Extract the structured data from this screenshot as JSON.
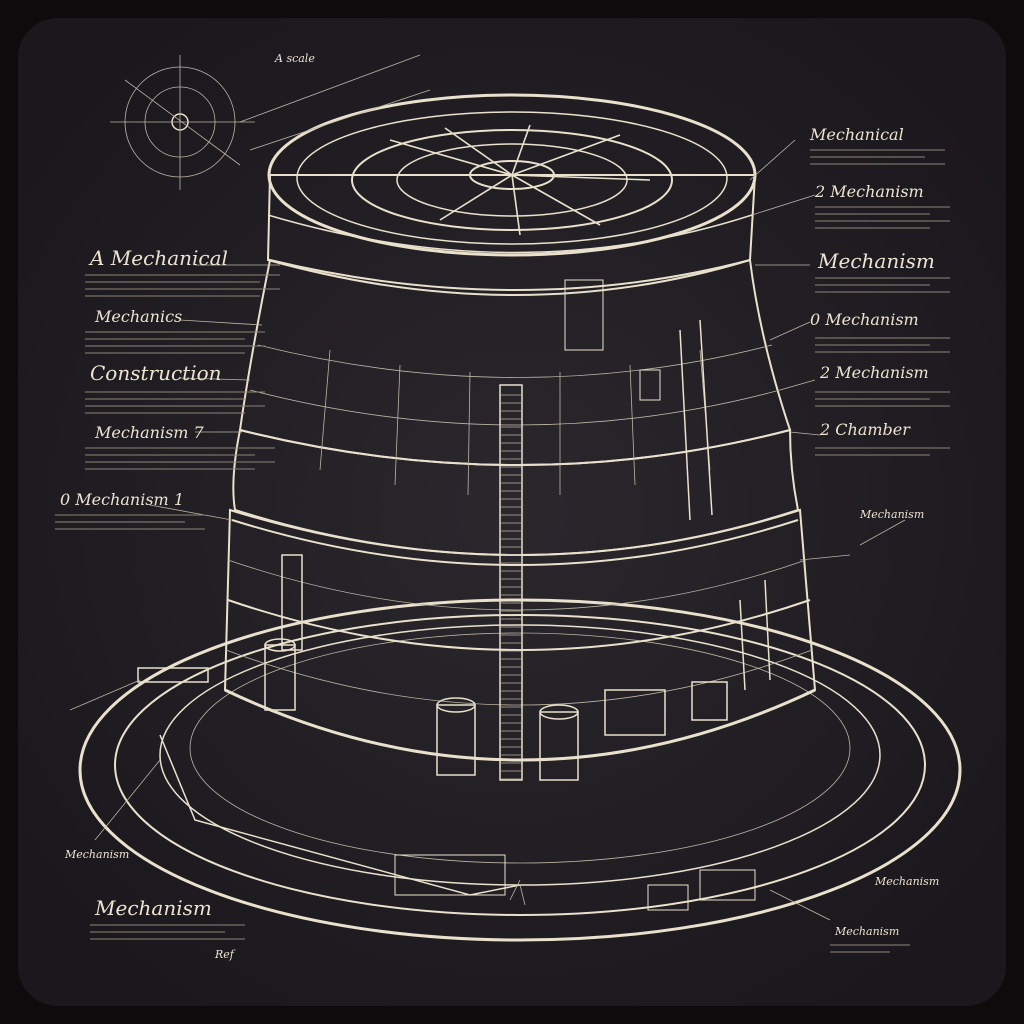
{
  "colors": {
    "background": "#0e0b0d",
    "board": "#221f24",
    "ink": "#ece4d0",
    "shade": "#2b2830"
  },
  "labels": {
    "left": [
      "A Mechanical",
      "Mechanics",
      "Construction",
      "Mechanism 7",
      "0 Mechanism 1"
    ],
    "right": [
      "Mechanical",
      "2 Mechanism",
      "Mechanism",
      "0 Mechanism",
      "2 Mechanism",
      "2 Chamber"
    ],
    "bottom_left": "Mechanism",
    "bottom_left_small": "Mechanism",
    "top_small": "A scale",
    "right_small": "Mechanism",
    "bottom_right_small_1": "Mechanism",
    "bottom_right_small_2": "Mechanism",
    "corner_small": "Ref"
  },
  "icons": [
    "compass-rose-icon",
    "ventilation-fan-icon",
    "ladder-icon",
    "storage-tank-icon"
  ]
}
